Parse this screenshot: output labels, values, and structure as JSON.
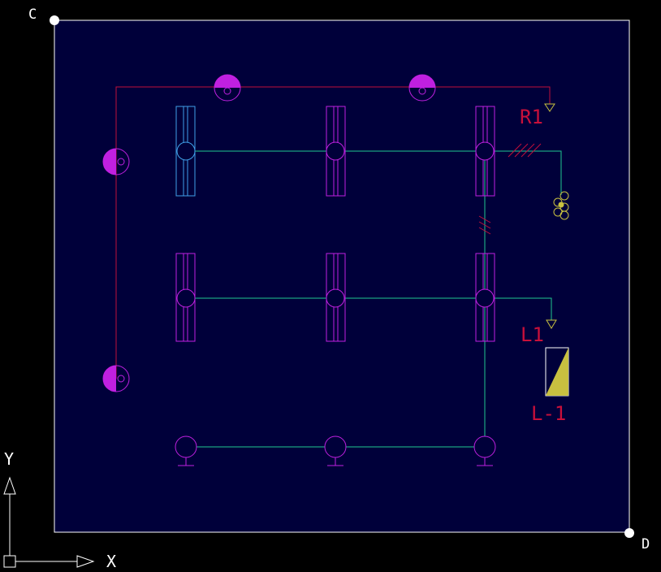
{
  "canvas": {
    "background": "#000000",
    "sheet_color": "#00003a",
    "sheet_border": "#ffffff"
  },
  "corners": {
    "top_left": "C",
    "bottom_right": "D"
  },
  "ucs": {
    "x_label": "X",
    "y_label": "Y"
  },
  "labels": {
    "r1": "R1",
    "l1": "L1",
    "l_1": "L-1"
  },
  "colors": {
    "red_wire": "#c0103a",
    "green_wire": "#20c890",
    "magenta": "#c020e0",
    "light_blue": "#40a0e8",
    "yellow": "#c8c040",
    "label_red": "#c8103a",
    "white": "#ffffff"
  },
  "icons": [
    "half-filled-circle-icon",
    "arrow-triangle-icon",
    "ground-symbol-icon",
    "cluster-icon"
  ]
}
